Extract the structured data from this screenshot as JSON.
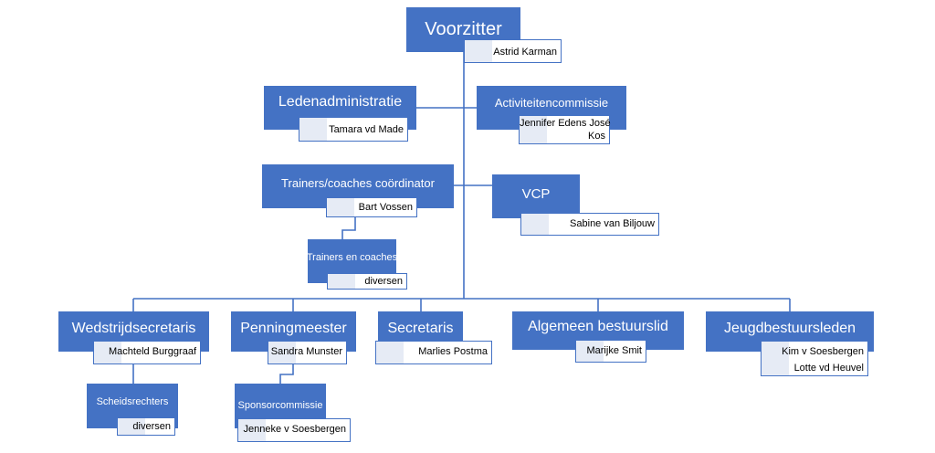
{
  "chart": {
    "voorzitter": {
      "title": "Voorzitter",
      "name": "Astrid Karman"
    },
    "ledenadministratie": {
      "title": "Ledenadministratie",
      "name": "Tamara vd Made"
    },
    "activiteitencommissie": {
      "title": "Activiteitencommissie",
      "name_line1": "Jennifer Edens José",
      "name_line2": "Kos"
    },
    "trainers_coordinator": {
      "title": "Trainers/coaches coördinator",
      "name": "Bart Vossen"
    },
    "vcp": {
      "title": "VCP",
      "name": "Sabine van Biljouw"
    },
    "trainers_coaches": {
      "title": "Trainers en coaches",
      "name": "diversen"
    },
    "wedstrijdsecretaris": {
      "title": "Wedstrijdsecretaris",
      "name": "Machteld Burggraaf"
    },
    "penningmeester": {
      "title": "Penningmeester",
      "name": "Sandra Munster"
    },
    "secretaris": {
      "title": "Secretaris",
      "name": "Marlies Postma"
    },
    "algemeen_bestuurslid": {
      "title": "Algemeen bestuurslid",
      "name": "Marijke Smit"
    },
    "jeugdbestuursleden": {
      "title": "Jeugdbestuursleden",
      "name_line1": "Kim v Soesbergen",
      "name_line2": "Lotte vd Heuvel"
    },
    "scheidsrechters": {
      "title": "Scheidsrechters",
      "name": "diversen"
    },
    "sponsorcommissie": {
      "title": "Sponsorcommissie",
      "name": "Jenneke v Soesbergen"
    }
  },
  "colors": {
    "box_fill": "#4472c4",
    "box_text": "#ffffff",
    "connector": "#4472c4",
    "tag_border": "#4472c4"
  }
}
